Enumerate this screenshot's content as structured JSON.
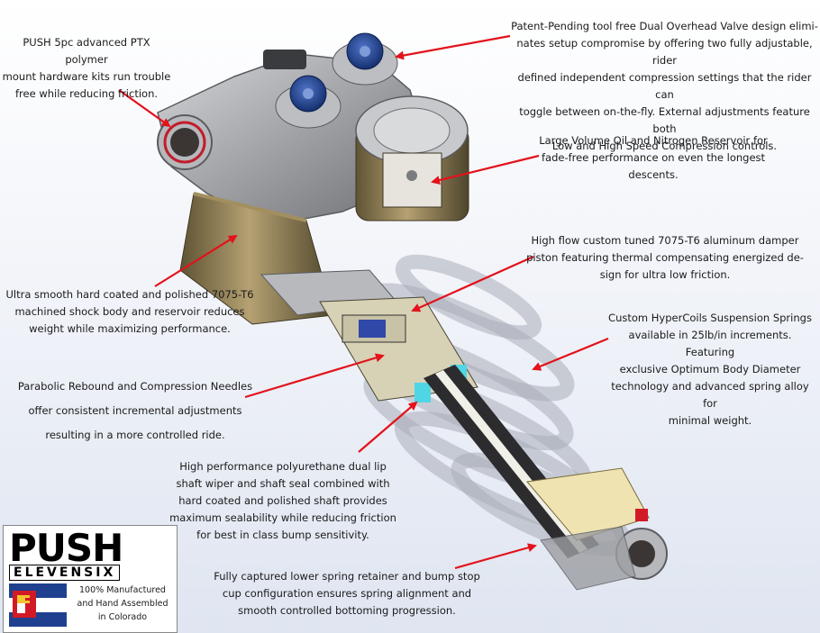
{
  "callouts": [
    {
      "id": "mount-hardware",
      "lines": [
        "PUSH 5pc advanced PTX polymer",
        "mount hardware kits run trouble",
        "free while reducing friction."
      ]
    },
    {
      "id": "dual-valve",
      "lines": [
        "Patent-Pending tool free Dual Overhead Valve design elimi-",
        "nates setup compromise by offering two fully adjustable, rider",
        "defined independent compression settings that the rider can",
        "toggle between on-the-fly.  External adjustments feature both",
        "Low and High Speed Compression controls."
      ]
    },
    {
      "id": "reservoir",
      "lines": [
        "Large Volume Oil and Nitrogen Reservoir for",
        "fade-free performance on even the longest",
        "descents."
      ]
    },
    {
      "id": "damper-piston",
      "lines": [
        "High flow custom tuned 7075-T6 aluminum damper",
        "piston featuring thermal compensating energized de-",
        "sign for ultra low friction."
      ]
    },
    {
      "id": "shock-body",
      "lines": [
        "Ultra smooth hard coated and polished 7075-T6",
        "machined shock body and reservoir reduces",
        "weight while maximizing performance."
      ]
    },
    {
      "id": "springs",
      "lines": [
        "Custom HyperCoils Suspension Springs",
        "available in 25lb/in increments. Featuring",
        "exclusive Optimum Body Diameter",
        "technology and advanced spring alloy for",
        "minimal weight."
      ]
    },
    {
      "id": "needles",
      "lines": [
        "Parabolic Rebound and Compression Needles",
        "offer consistent incremental adjustments",
        "resulting in a more controlled ride."
      ]
    },
    {
      "id": "shaft-seal",
      "lines": [
        "High performance polyurethane dual lip",
        "shaft wiper and shaft seal combined with",
        "hard coated and polished shaft provides",
        "maximum sealability while reducing friction",
        "for best in class bump sensitivity."
      ]
    },
    {
      "id": "spring-retainer",
      "lines": [
        "Fully captured lower spring retainer and bump stop",
        "cup configuration ensures spring alignment and",
        "smooth controlled bottoming progression."
      ]
    }
  ],
  "logo": {
    "brand": "PUSH",
    "sub_brand": "ELEVENSIX",
    "made_in": [
      "100% Manufactured",
      "and Hand Assembled",
      "in Colorado"
    ]
  },
  "colors": {
    "arrow": "#e3121b",
    "body_metal": "#a7a9ac",
    "sleeve_gold": "#8a7a52",
    "knob_blue": "#1e3f8f",
    "spring": "#b9bcc6"
  }
}
